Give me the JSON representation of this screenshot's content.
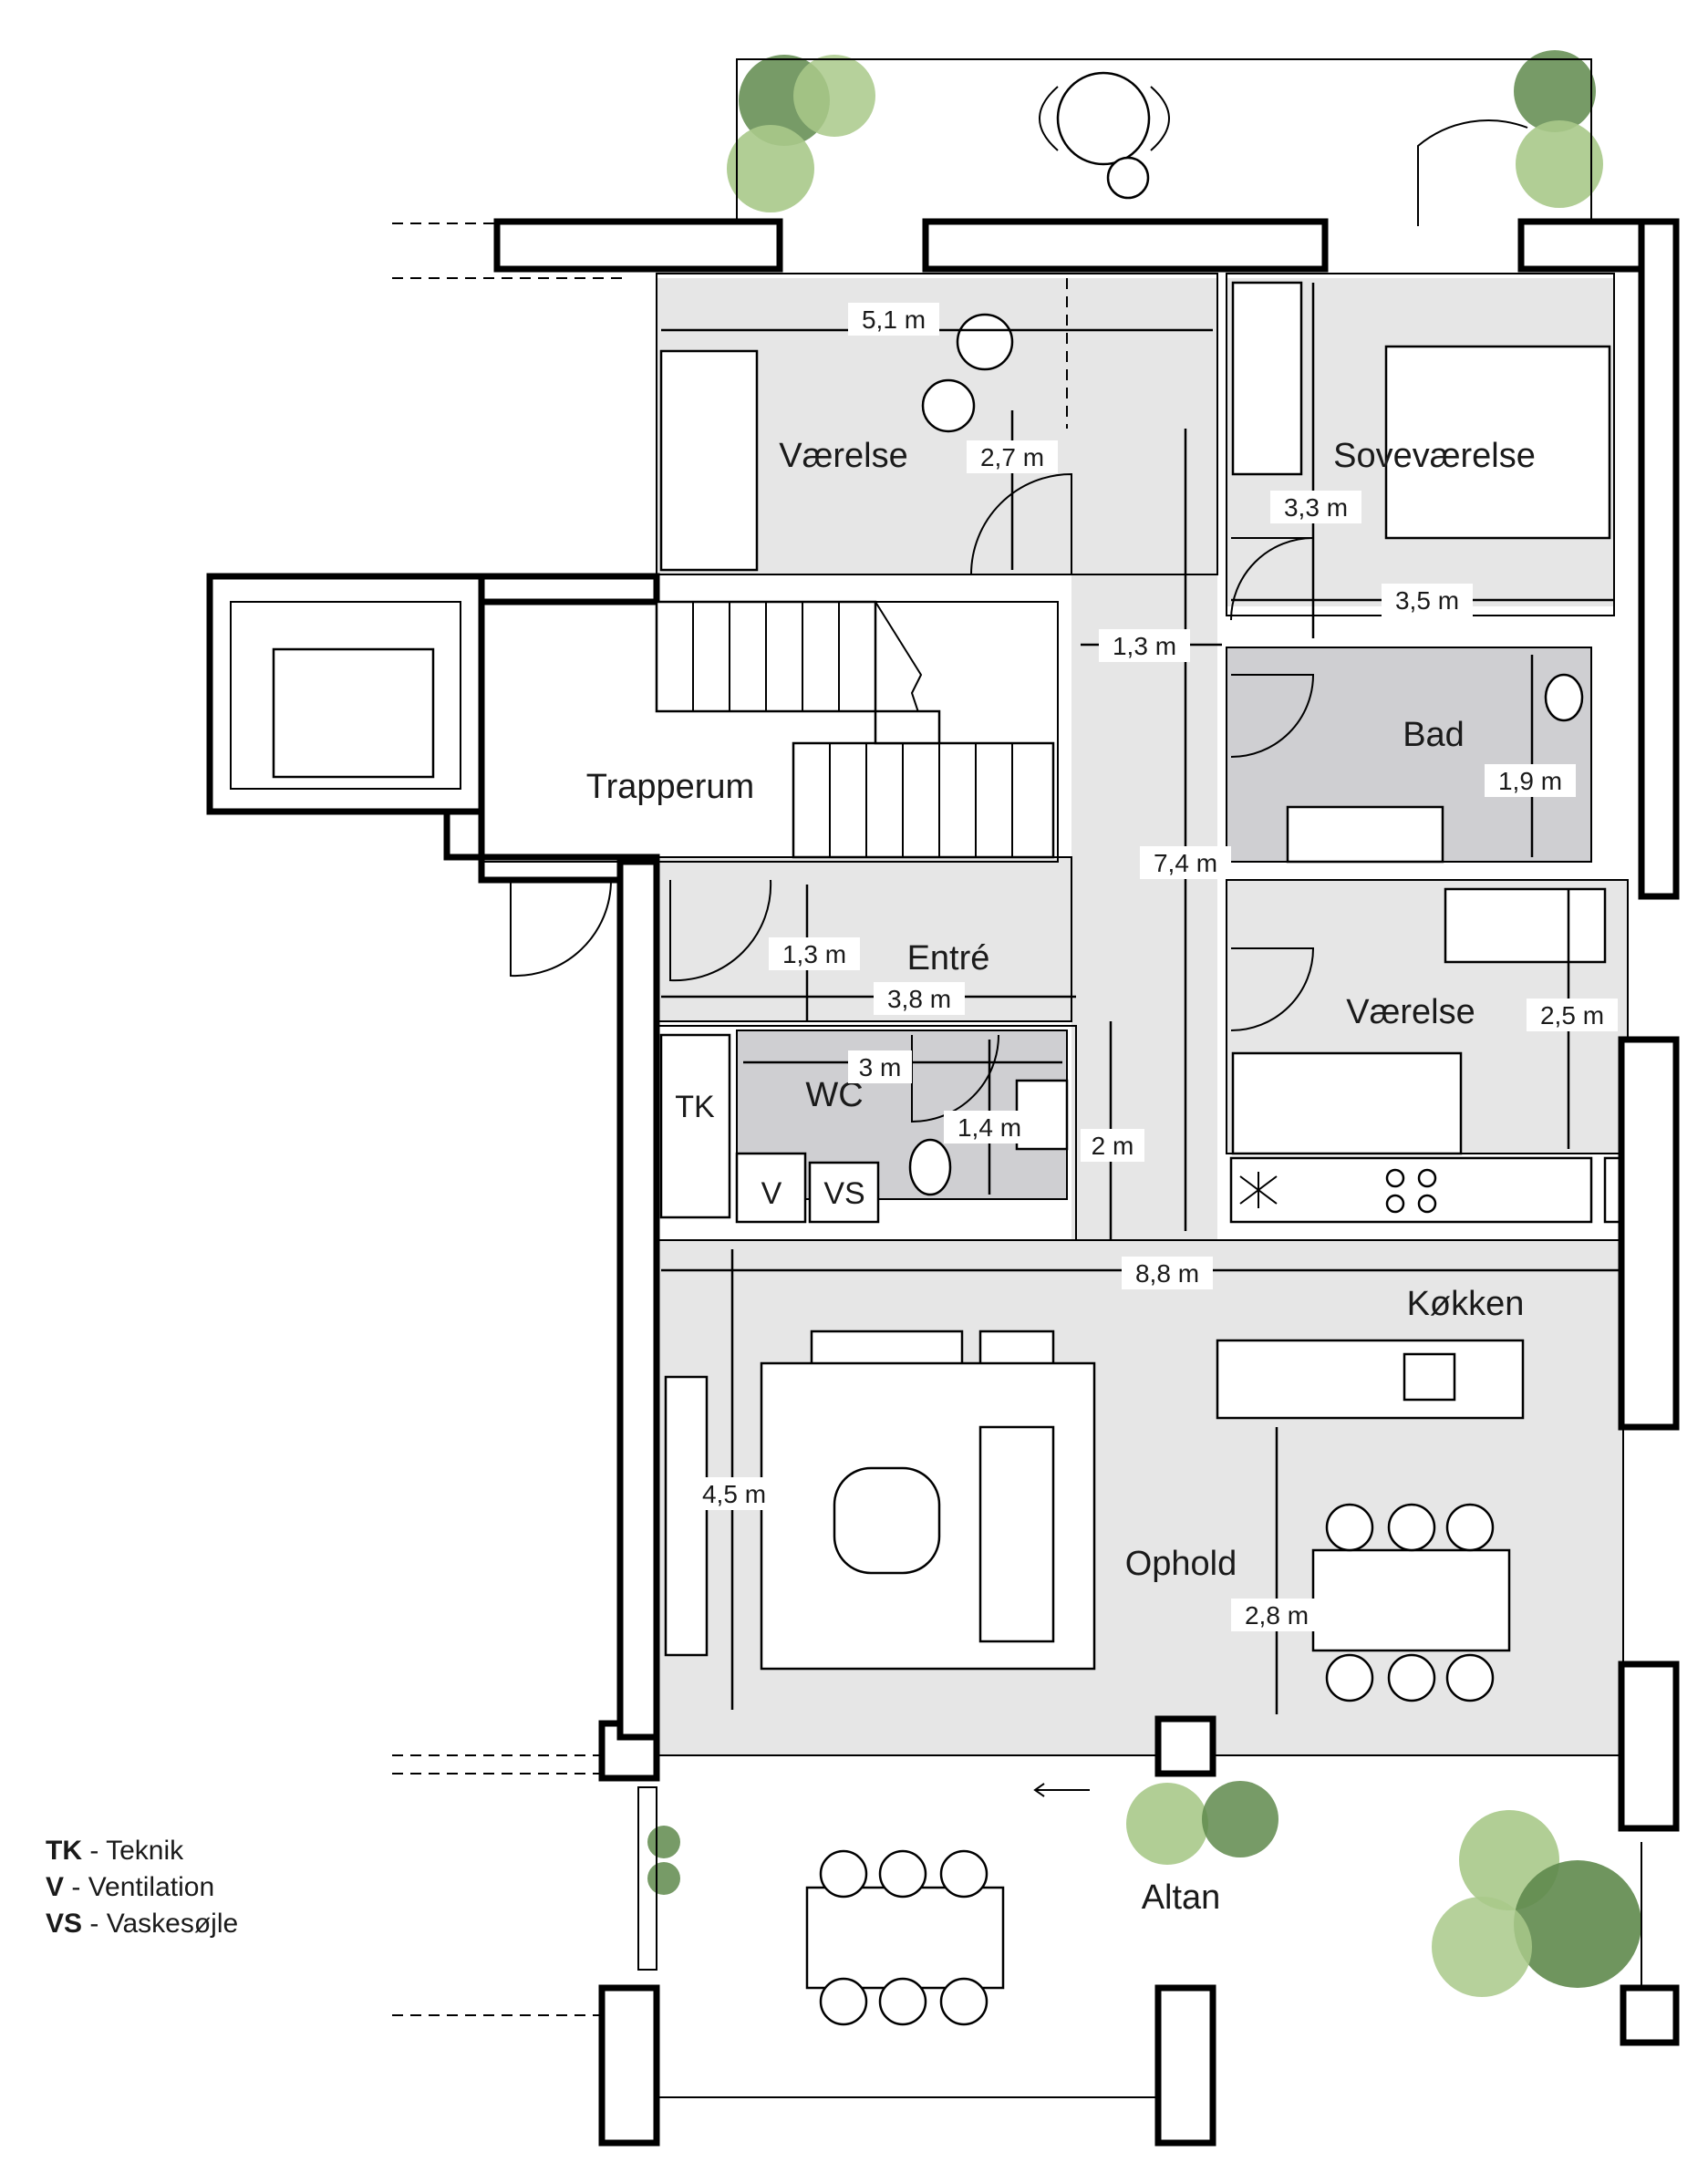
{
  "rooms": {
    "vaerelse_top": "Værelse",
    "sovevaerelse": "Soveværelse",
    "trapperum": "Trapperum",
    "bad": "Bad",
    "entre": "Entré",
    "vaerelse_mid": "Værelse",
    "wc": "WC",
    "kokken": "Køkken",
    "ophold": "Ophold",
    "altan": "Altan"
  },
  "fixtures": {
    "tk": "TK",
    "v": "V",
    "vs": "VS"
  },
  "dimensions": {
    "vaerelse_top_width": "5,1 m",
    "vaerelse_top_depth": "2,7 m",
    "sovevaerelse_depth": "3,3 m",
    "sovevaerelse_width": "3,5 m",
    "hall_width": "1,3 m",
    "bad_depth": "1,9 m",
    "hall_length": "7,4 m",
    "entre_depth": "1,3 m",
    "entre_width": "3,8 m",
    "vaerelse_mid_depth": "2,5 m",
    "wc_width": "3 m",
    "wc_depth": "1,4 m",
    "wc_total_depth": "2 m",
    "living_width": "8,8 m",
    "living_depth": "4,5 m",
    "kitchen_depth": "2,8 m"
  },
  "legend": [
    {
      "abbr": "TK",
      "sep": " - ",
      "text": "Teknik"
    },
    {
      "abbr": "V",
      "sep": " - ",
      "text": "Ventilation"
    },
    {
      "abbr": "VS",
      "sep": " - ",
      "text": "Vaskesøjle"
    }
  ],
  "colors": {
    "room_light": "#e6e6e6",
    "room_dark": "#cfcfd2",
    "wall": "#000000",
    "tree_dark": "#5f8a4c",
    "tree_light": "#a9c98a"
  }
}
